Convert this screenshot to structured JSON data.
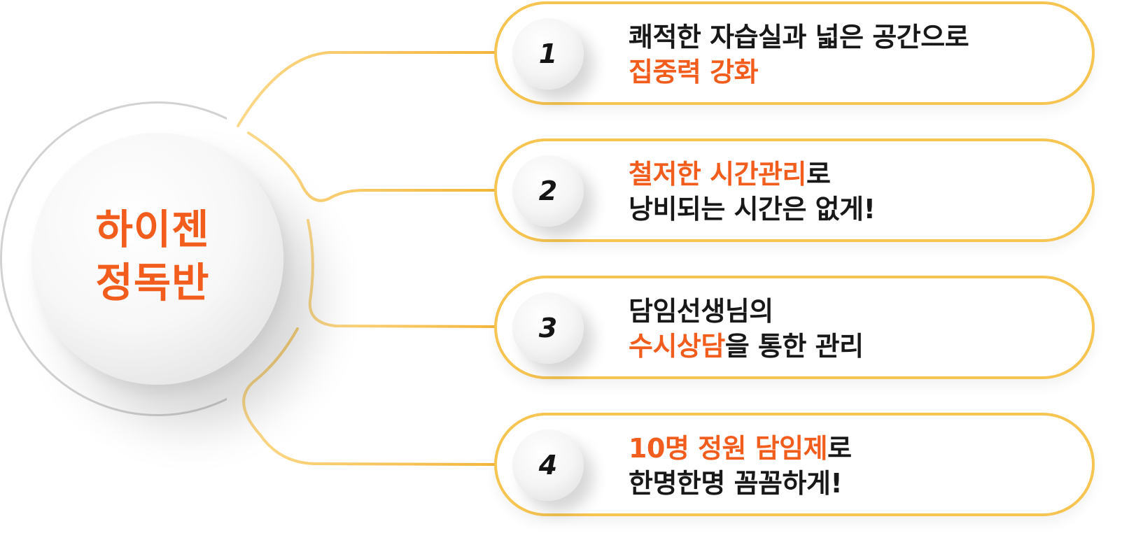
{
  "hub": {
    "line1": "하이젠",
    "line2": "정독반"
  },
  "colors": {
    "accent": "#f25d1e",
    "border": "#f6c451",
    "ring": "#d2d2d2"
  },
  "items": [
    {
      "number": "1",
      "line1": [
        {
          "text": "쾌적한 자습실과 넓은 공간으로",
          "highlight": false
        }
      ],
      "line2": [
        {
          "text": "집중력 강화",
          "highlight": true
        }
      ]
    },
    {
      "number": "2",
      "line1": [
        {
          "text": "철저한 시간관리",
          "highlight": true
        },
        {
          "text": "로",
          "highlight": false
        }
      ],
      "line2": [
        {
          "text": "낭비되는 시간은 없게!",
          "highlight": false
        }
      ]
    },
    {
      "number": "3",
      "line1": [
        {
          "text": "담임선생님의",
          "highlight": false
        }
      ],
      "line2": [
        {
          "text": "수시상담",
          "highlight": true
        },
        {
          "text": "을 통한 관리",
          "highlight": false
        }
      ]
    },
    {
      "number": "4",
      "line1": [
        {
          "text": "10명 정원 담임제",
          "highlight": true
        },
        {
          "text": "로",
          "highlight": false
        }
      ],
      "line2": [
        {
          "text": "한명한명 꼼꼼하게!",
          "highlight": false
        }
      ]
    }
  ]
}
